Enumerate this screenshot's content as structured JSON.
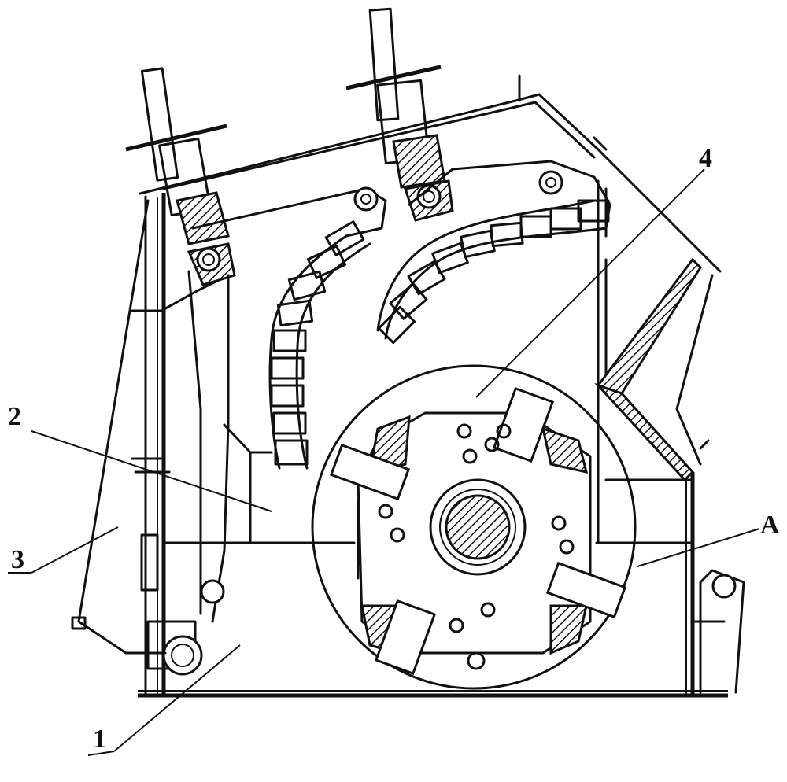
{
  "labels": {
    "housing": "1",
    "inlet_chamber": "2",
    "rear_frame": "3",
    "rotor": "4",
    "detail": "A"
  }
}
